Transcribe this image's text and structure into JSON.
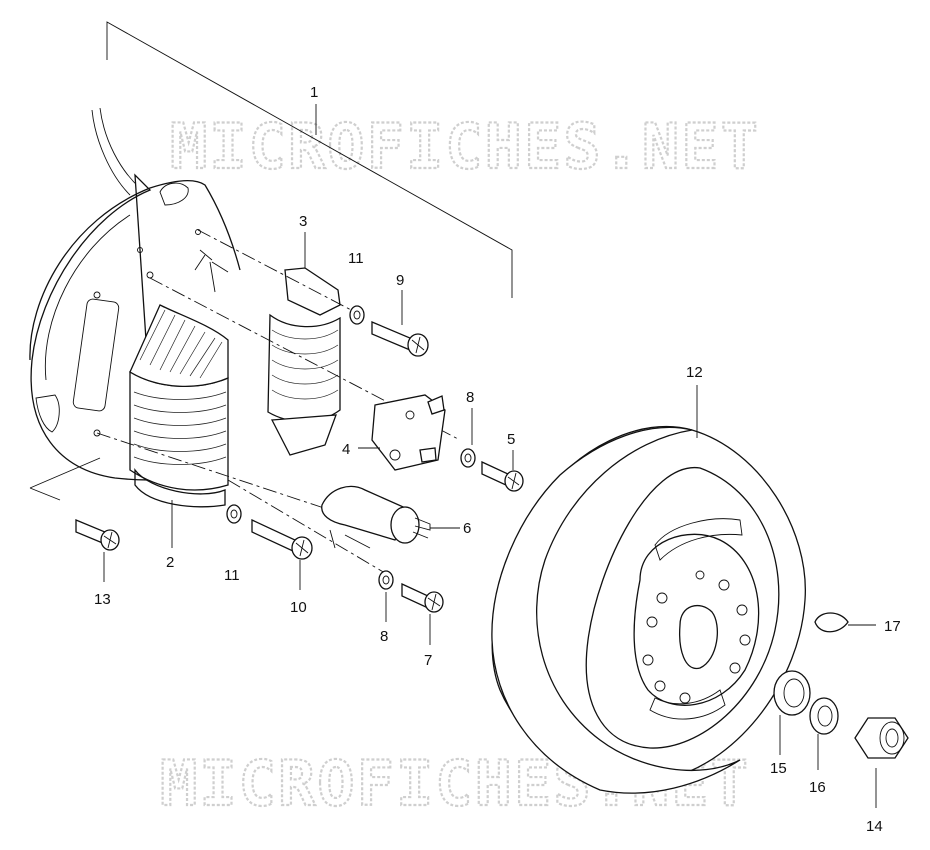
{
  "watermark": {
    "top": "MICROFICHES.NET",
    "bottom": "MICROFICHES.NET"
  },
  "callouts": {
    "c1": "1",
    "c2": "2",
    "c3": "3",
    "c4": "4",
    "c5": "5",
    "c6": "6",
    "c7": "7",
    "c8a": "8",
    "c8b": "8",
    "c9": "9",
    "c10": "10",
    "c11a": "11",
    "c11b": "11",
    "c12": "12",
    "c13": "13",
    "c14": "14",
    "c15": "15",
    "c16": "16",
    "c17": "17"
  },
  "colors": {
    "line": "#111111",
    "watermark": "#cfcfcf",
    "background": "#ffffff"
  }
}
